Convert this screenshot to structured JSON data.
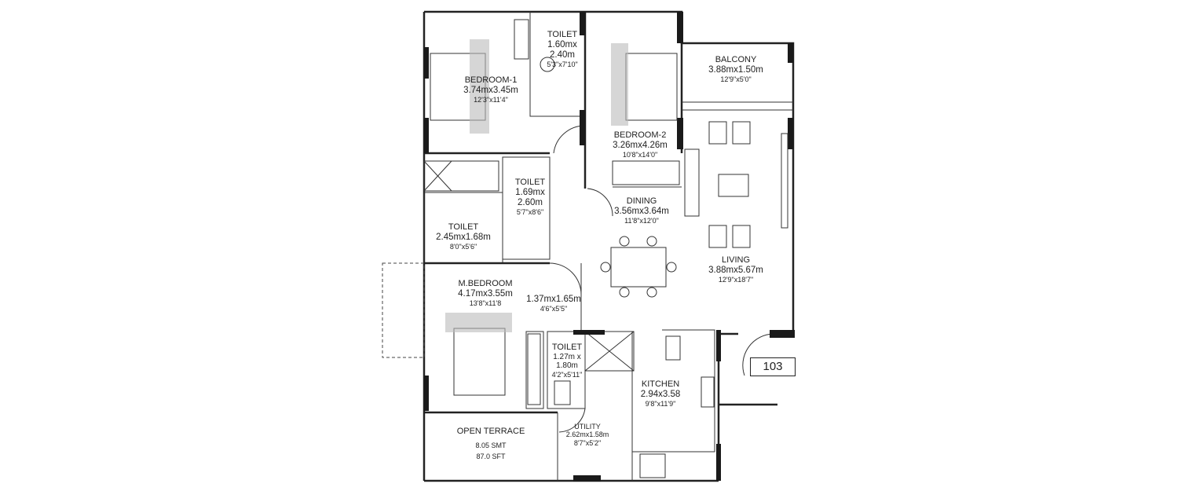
{
  "plan": {
    "unit_number": "103",
    "rooms": [
      {
        "id": "bedroom-1",
        "name": "BEDROOM-1",
        "dims_m": "3.74mx3.45m",
        "dims_ft": "12'3\"x11'4\""
      },
      {
        "id": "toilet-1",
        "name": "TOILET",
        "dims_m": "1.60mx 2.40m",
        "dims_ft": "5'3\"x7'10\""
      },
      {
        "id": "bedroom-2",
        "name": "BEDROOM-2",
        "dims_m": "3.26mx4.26m",
        "dims_ft": "10'8\"x14'0\""
      },
      {
        "id": "balcony",
        "name": "BALCONY",
        "dims_m": "3.88mx1.50m",
        "dims_ft": "12'9\"x5'0\""
      },
      {
        "id": "toilet-2",
        "name": "TOILET",
        "dims_m": "1.69mx 2.60m",
        "dims_ft": "5'7\"x8'6\""
      },
      {
        "id": "toilet-3",
        "name": "TOILET",
        "dims_m": "2.45mx1.68m",
        "dims_ft": "8'0\"x5'6\""
      },
      {
        "id": "dining",
        "name": "DINING",
        "dims_m": "3.56mx3.64m",
        "dims_ft": "11'8\"x12'0\""
      },
      {
        "id": "living",
        "name": "LIVING",
        "dims_m": "3.88mx5.67m",
        "dims_ft": "12'9\"x18'7\""
      },
      {
        "id": "m-bedroom",
        "name": "M.BEDROOM",
        "dims_m": "4.17mx3.55m",
        "dims_ft": "13'8\"x11'8"
      },
      {
        "id": "passage",
        "name": "",
        "dims_m": "1.37mx1.65m",
        "dims_ft": "4'6\"x5'5\""
      },
      {
        "id": "toilet-4",
        "name": "TOILET",
        "dims_m": "1.27m x 1.80m",
        "dims_ft": "4'2\"x5'11\""
      },
      {
        "id": "kitchen",
        "name": "KITCHEN",
        "dims_m": "2.94x3.58",
        "dims_ft": "9'8\"x11'9\""
      },
      {
        "id": "utility",
        "name": "UTILITY",
        "dims_m": "2.62mx1.58m",
        "dims_ft": "8'7\"x5'2\""
      },
      {
        "id": "open-terrace",
        "name": "OPEN TERRACE",
        "dims_m": "8.05 SMT",
        "dims_ft": "87.0 SFT"
      }
    ]
  }
}
